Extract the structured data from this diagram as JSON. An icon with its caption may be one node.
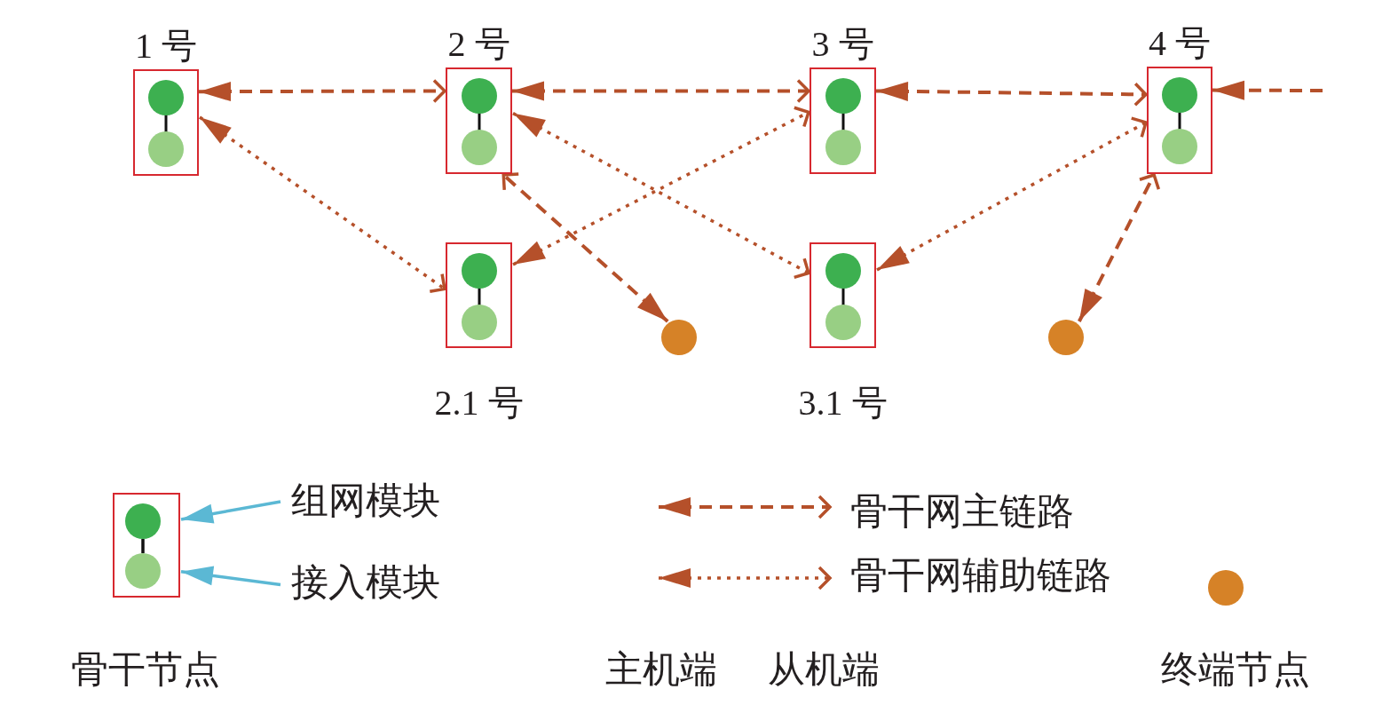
{
  "diagram": {
    "nodes": [
      {
        "text": [
          "1 号"
        ]
      },
      {
        "text": [
          "2 号"
        ]
      },
      {
        "text": [
          "3 号"
        ]
      },
      {
        "text": [
          "4 号"
        ]
      },
      {
        "text": [
          "2.1 号"
        ]
      },
      {
        "text": [
          "3.1 号"
        ]
      },
      {
        "text": [],
        "shape": "circle"
      },
      {
        "text": [],
        "shape": "circle"
      },
      {
        "text": [],
        "shape": "box",
        "beside": [
          "骨干节点"
        ]
      },
      {
        "text": [],
        "shape": "circle",
        "in": 8
      },
      {
        "text": [],
        "shape": "circle",
        "in": 8
      },
      {
        "text": [
          "组网模块"
        ]
      },
      {
        "text": [
          "接入模块"
        ]
      }
    ],
    "edges": [
      {
        "from": 0,
        "to": 1,
        "arrow": "both",
        "style": "dashed"
      },
      {
        "from": 1,
        "to": 2,
        "arrow": "both",
        "style": "dashed"
      },
      {
        "from": 2,
        "to": 3,
        "arrow": "both",
        "style": "dashed"
      },
      {
        "from": null,
        "to": 3,
        "arrow": "to",
        "style": "dashed"
      },
      {
        "from": 0,
        "to": 4,
        "arrow": "both",
        "style": "dashed"
      },
      {
        "from": 4,
        "to": 2,
        "arrow": "both",
        "style": "dashed"
      },
      {
        "from": 1,
        "to": 5,
        "arrow": "both",
        "style": "dashed"
      },
      {
        "from": 5,
        "to": 3,
        "arrow": "both",
        "style": "dashed"
      },
      {
        "from": 6,
        "to": 1,
        "arrow": "both",
        "style": "dashed"
      },
      {
        "from": 7,
        "to": 3,
        "arrow": "both",
        "style": "dashed"
      },
      {
        "from": 11,
        "to": 9,
        "arrow": "to",
        "color": "#5bb8d4"
      },
      {
        "from": 12,
        "to": 10,
        "arrow": "to",
        "color": "#5bb8d4"
      },
      {
        "from": 9,
        "to": 10,
        "arrow": "none",
        "color": "#111111"
      }
    ],
    "labels": [
      "主机端",
      "从机端"
    ],
    "legend": [
      {
        "text": "骨干网主链路"
      },
      {
        "text": "骨干网辅助链路"
      },
      {
        "text": "终端节点",
        "color": "#d68227"
      }
    ]
  }
}
